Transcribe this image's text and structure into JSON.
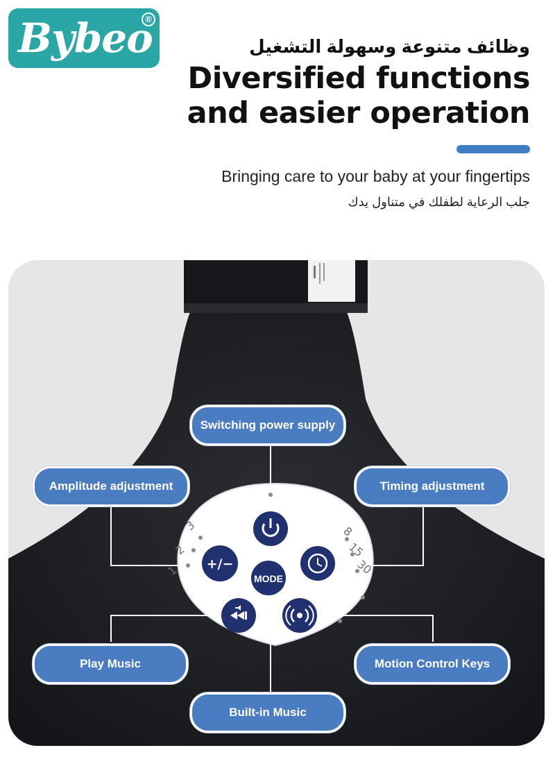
{
  "brand": {
    "name": "Bybeo",
    "registered": "®",
    "color": "#2aa6a6"
  },
  "header": {
    "title_ar": "وظائف متنوعة وسهولة التشغيل",
    "title_line1": "Diversified functions",
    "title_line2": "and easier operation",
    "subtitle": "Bringing care to your baby at your fingertips",
    "subtitle_ar": "جلب الرعاية لطفلك في متناول يدك",
    "accent_color": "#3f7ec3"
  },
  "control_panel": {
    "mode_label": "MODE",
    "amplitude_levels": [
      "1",
      "2",
      "3"
    ],
    "timer_levels": [
      "8",
      "15",
      "30"
    ],
    "buttons": [
      "power-icon",
      "plus-minus",
      "mode",
      "clock-icon",
      "music-skip-icon",
      "vibration-icon"
    ]
  },
  "callouts": {
    "power": "Switching power supply",
    "amplitude": "Amplitude adjustment",
    "timing": "Timing adjustment",
    "play_music": "Play Music",
    "motion": "Motion Control Keys",
    "builtin": "Built-in Music",
    "color": "#4a7cc2"
  }
}
